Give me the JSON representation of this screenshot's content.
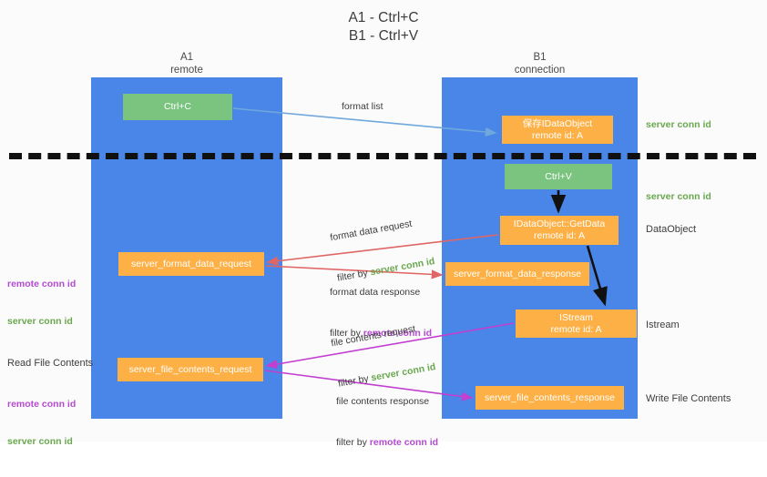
{
  "title": "A1 - Ctrl+C\nB1 - Ctrl+V",
  "columns": {
    "left": {
      "name": "A1",
      "role": "remote",
      "label": "A1\nremote"
    },
    "right": {
      "name": "B1",
      "role": "connection",
      "label": "B1\nconnection"
    }
  },
  "nodes": {
    "ctrl_c": {
      "label": "Ctrl+C",
      "color": "#7ac47f"
    },
    "save_idataobject": {
      "line1": "保存IDataObject",
      "line2": "remote id: A",
      "color": "#fcb045"
    },
    "ctrl_v": {
      "label": "Ctrl+V",
      "color": "#7ac47f"
    },
    "getdata": {
      "line1": "IDataObject::GetData",
      "line2": "remote id: A",
      "color": "#fcb045"
    },
    "istream": {
      "line1": "IStream",
      "line2": "remote id: A",
      "color": "#fcb045"
    },
    "server_format_data_request": {
      "label": "server_format_data_request",
      "color": "#fcb045"
    },
    "server_format_data_response": {
      "label": "server_format_data_response",
      "color": "#fcb045"
    },
    "server_file_contents_request": {
      "label": "server_file_contents_request",
      "color": "#fcb045"
    },
    "server_file_contents_response": {
      "label": "server_file_contents_response",
      "color": "#fcb045"
    }
  },
  "edges": {
    "format_list": {
      "label": "format list",
      "color": "#6fa8dc"
    },
    "format_data_request": {
      "line1": "format data request",
      "filter_prefix": "filter by ",
      "filter_value": "server conn id",
      "color": "#e06666"
    },
    "format_data_response": {
      "line1": "format data response",
      "filter_prefix": "filter by ",
      "filter_value": "remote conn id",
      "color": "#e06666"
    },
    "file_contents_request": {
      "line1": "file contents request",
      "filter_prefix": "filter by ",
      "filter_value": "server conn id",
      "color": "#c game"
    },
    "file_contents_response": {
      "line1": "file contents response",
      "filter_prefix": "filter by ",
      "filter_value": "remote conn id",
      "color": "#c23fd0"
    }
  },
  "annotations": {
    "server_conn_id_top": "server conn id",
    "server_conn_id_mid": "server conn id",
    "dataobject": "DataObject",
    "istream": "Istream",
    "write_file_contents": "Write File Contents",
    "read_file_contents": "Read File Contents",
    "remote_conn_id": "remote conn id",
    "server_conn_id": "server conn id"
  },
  "colors": {
    "lane": "#4a86e8",
    "green_text": "#6aa84f",
    "purple_text": "#b44ad0",
    "separator": "#101010"
  }
}
